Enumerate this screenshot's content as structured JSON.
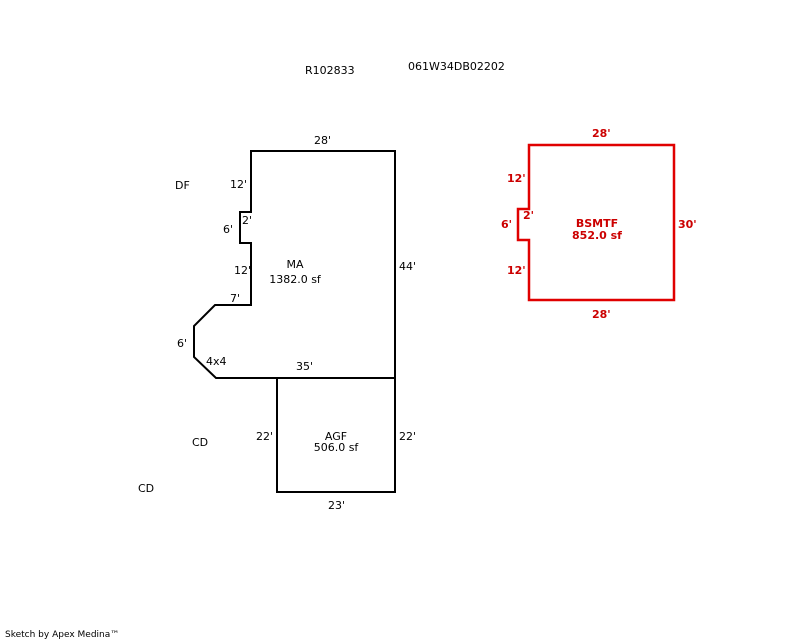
{
  "header": {
    "record_id": "R102833",
    "parcel_id": "061W34DB02202"
  },
  "colors": {
    "outline": "#000000",
    "basement_outline": "#e00000",
    "basement_text": "#cc0000"
  },
  "labels": {
    "df": "DF",
    "cd_1": "CD",
    "cd_2": "CD"
  },
  "main_area": {
    "code": "MA",
    "area": "1382.0 sf",
    "dims": {
      "top": "28'",
      "left_upper": "12'",
      "notch_width": "2'",
      "notch_height": "6'",
      "left_lower": "12'",
      "step": "7'",
      "bay_side": "6'",
      "bay_label": "4x4",
      "bottom": "35'",
      "right": "44'"
    }
  },
  "garage": {
    "code": "AGF",
    "area": "506.0 sf",
    "dims": {
      "left": "22'",
      "right": "22'",
      "bottom": "23'"
    }
  },
  "basement": {
    "code": "BSMTF",
    "area": "852.0 sf",
    "dims": {
      "top": "28'",
      "left_upper": "12'",
      "notch_width": "2'",
      "notch_height": "6'",
      "left_lower": "12'",
      "right": "30'",
      "bottom": "28'"
    }
  },
  "footer": {
    "credit": "Sketch by Apex Medina™"
  }
}
